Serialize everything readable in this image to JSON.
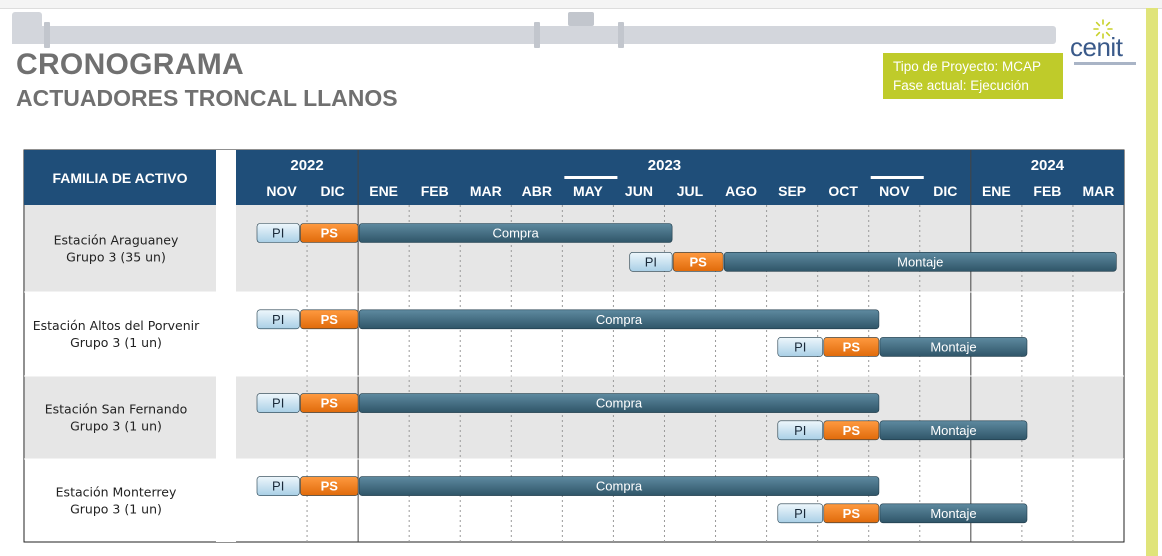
{
  "header": {
    "title": "CRONOGRAMA",
    "subtitle": "ACTUADORES TRONCAL LLANOS",
    "info_lines": [
      "Tipo de Proyecto: MCAP",
      "Fase actual: Ejecución"
    ]
  },
  "logo": {
    "text": "cenit",
    "icon": "sun-icon"
  },
  "colors": {
    "header_bg": "#1f4e79",
    "pi": "#c9e3f2",
    "ps": "#f07c1a",
    "task": "#3d6a80",
    "row_band": "#e6e6e6",
    "info_box": "#bfcb2a"
  },
  "chart_data": {
    "type": "gantt",
    "column_header": "FAMILIA DE ACTIVO",
    "years": [
      {
        "label": "2022",
        "first_month": 0,
        "last_month": 1
      },
      {
        "label": "2023",
        "first_month": 2,
        "last_month": 13
      },
      {
        "label": "2024",
        "first_month": 14,
        "last_month": 16
      }
    ],
    "months": [
      "NOV",
      "DIC",
      "ENE",
      "FEB",
      "MAR",
      "ABR",
      "MAY",
      "JUN",
      "JUL",
      "AGO",
      "SEP",
      "OCT",
      "NOV",
      "DIC",
      "ENE",
      "FEB",
      "MAR"
    ],
    "underlined_months": [
      6,
      12
    ],
    "groups": [
      {
        "name": [
          "Estación Araguaney",
          "Grupo 3 (35 un)"
        ],
        "lanes": [
          [
            {
              "label": "PI",
              "kind": "pi",
              "start": 0.0,
              "end": 0.85
            },
            {
              "label": "PS",
              "kind": "ps",
              "start": 0.85,
              "end": 2.0
            },
            {
              "label": "Compra",
              "kind": "task",
              "start": 2.0,
              "end": 8.15
            }
          ],
          [
            {
              "label": "PI",
              "kind": "pi",
              "start": 7.3,
              "end": 8.15
            },
            {
              "label": "PS",
              "kind": "ps",
              "start": 8.15,
              "end": 9.15
            },
            {
              "label": "Montaje",
              "kind": "task",
              "start": 9.15,
              "end": 16.85
            }
          ]
        ]
      },
      {
        "name": [
          "Estación Altos del Porvenir",
          "Grupo 3 (1 un)"
        ],
        "lanes": [
          [
            {
              "label": "PI",
              "kind": "pi",
              "start": 0.0,
              "end": 0.85
            },
            {
              "label": "PS",
              "kind": "ps",
              "start": 0.85,
              "end": 2.0
            },
            {
              "label": "Compra",
              "kind": "task",
              "start": 2.0,
              "end": 12.2
            }
          ],
          [
            {
              "label": "PI",
              "kind": "pi",
              "start": 10.2,
              "end": 11.1
            },
            {
              "label": "PS",
              "kind": "ps",
              "start": 11.1,
              "end": 12.2
            },
            {
              "label": "Montaje",
              "kind": "task",
              "start": 12.2,
              "end": 15.1
            }
          ]
        ]
      },
      {
        "name": [
          "Estación San Fernando",
          "Grupo 3 (1 un)"
        ],
        "lanes": [
          [
            {
              "label": "PI",
              "kind": "pi",
              "start": 0.0,
              "end": 0.85
            },
            {
              "label": "PS",
              "kind": "ps",
              "start": 0.85,
              "end": 2.0
            },
            {
              "label": "Compra",
              "kind": "task",
              "start": 2.0,
              "end": 12.2
            }
          ],
          [
            {
              "label": "PI",
              "kind": "pi",
              "start": 10.2,
              "end": 11.1
            },
            {
              "label": "PS",
              "kind": "ps",
              "start": 11.1,
              "end": 12.2
            },
            {
              "label": "Montaje",
              "kind": "task",
              "start": 12.2,
              "end": 15.1
            }
          ]
        ]
      },
      {
        "name": [
          "Estación Monterrey",
          "Grupo 3 (1 un)"
        ],
        "lanes": [
          [
            {
              "label": "PI",
              "kind": "pi",
              "start": 0.0,
              "end": 0.85
            },
            {
              "label": "PS",
              "kind": "ps",
              "start": 0.85,
              "end": 2.0
            },
            {
              "label": "Compra",
              "kind": "task",
              "start": 2.0,
              "end": 12.2
            }
          ],
          [
            {
              "label": "PI",
              "kind": "pi",
              "start": 10.2,
              "end": 11.1
            },
            {
              "label": "PS",
              "kind": "ps",
              "start": 11.1,
              "end": 12.2
            },
            {
              "label": "Montaje",
              "kind": "task",
              "start": 12.2,
              "end": 15.1
            }
          ]
        ]
      }
    ]
  }
}
